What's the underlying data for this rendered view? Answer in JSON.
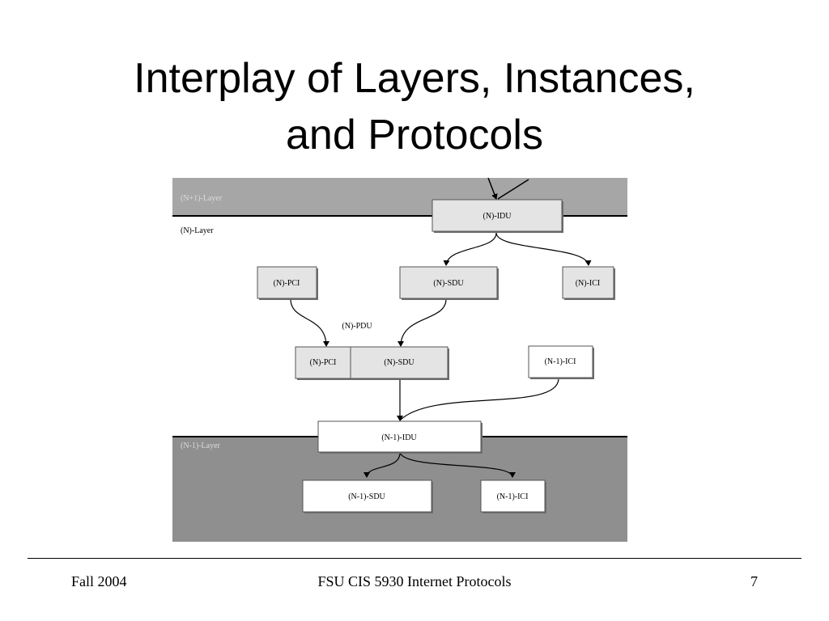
{
  "slide": {
    "title_line1": "Interplay of Layers, Instances,",
    "title_line2": "and Protocols"
  },
  "diagram": {
    "layers": {
      "upper": "(N+1)-Layer",
      "middle": "(N)-Layer",
      "lower": "(N-1)-Layer"
    },
    "boxes": {
      "n_idu": "(N)-IDU",
      "n_pci": "(N)-PCI",
      "n_sdu": "(N)-SDU",
      "n_ici": "(N)-ICI",
      "n_pdu_label": "(N)-PDU",
      "pdu_pci": "(N)-PCI",
      "pdu_sdu": "(N)-SDU",
      "nm1_ici_upper": "(N-1)-ICI",
      "nm1_idu": "(N-1)-IDU",
      "nm1_sdu": "(N-1)-SDU",
      "nm1_ici_lower": "(N-1)-ICI"
    },
    "colors": {
      "upper_layer_fill": "#a6a6a6",
      "lower_layer_fill": "#8f8f8f",
      "box_gray": "#e4e4e4",
      "box_white": "#ffffff"
    }
  },
  "footer": {
    "left": "Fall 2004",
    "center": "FSU CIS 5930 Internet Protocols",
    "right": "7"
  }
}
